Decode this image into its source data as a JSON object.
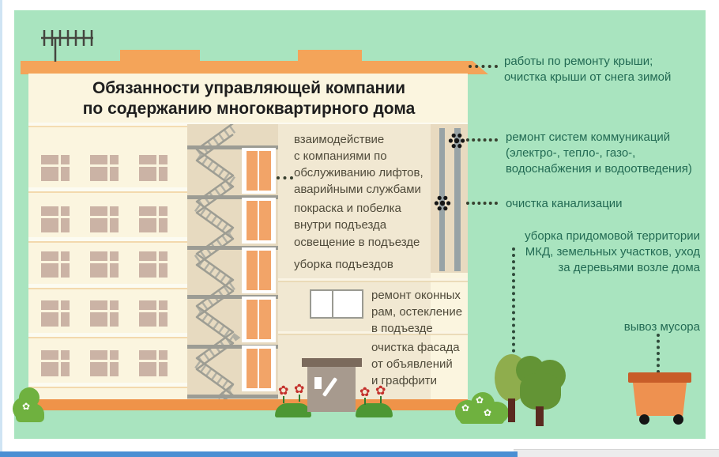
{
  "title": "Обязанности управляющей компании\nпо содержанию многоквартирного дома",
  "interior_duties": {
    "lift": "взаимодействие\nс компаниями по\nобслуживанию лифтов,\nаварийными службами",
    "painting": "покраска и побелка\nвнутри подъезда",
    "lighting": "освещение в подъезде",
    "entrance_cleaning": "уборка подъездов",
    "window_repair": "ремонт оконных\nрам, остекление\nв подъезде",
    "facade_cleaning": "очистка фасада\nот объявлений\nи граффити"
  },
  "exterior_duties": {
    "roof": "работы по ремонту крыши;\nочистка крыши от снега зимой",
    "communications": "ремонт систем коммуникаций\n(электро-, тепло-, газо-,\nводоснабжения и водоотведения)",
    "sewage": "очистка канализации",
    "yard": "уборка придомовой территории\nМКД, земельных участков, уход\nза деревьями возле дома",
    "garbage": "вывоз мусора"
  },
  "icons": {
    "antenna": "tv-antenna-icon",
    "pipe_joint": "pipe-joint-bolts-icon",
    "window": "double-window-icon",
    "flower_white": "✿",
    "flower_red": "✿"
  },
  "colors": {
    "background_panel": "#a9e4bf",
    "building_cream": "#fbf5df",
    "roof_orange": "#f4a459",
    "label_green": "#226a53",
    "body_text": "#4f4a3a",
    "door_orange": "#f2a468",
    "ground_orange": "#ef9349",
    "dumpster_orange": "#ee9150",
    "accent_bar_blue": "#4a8fd3"
  }
}
